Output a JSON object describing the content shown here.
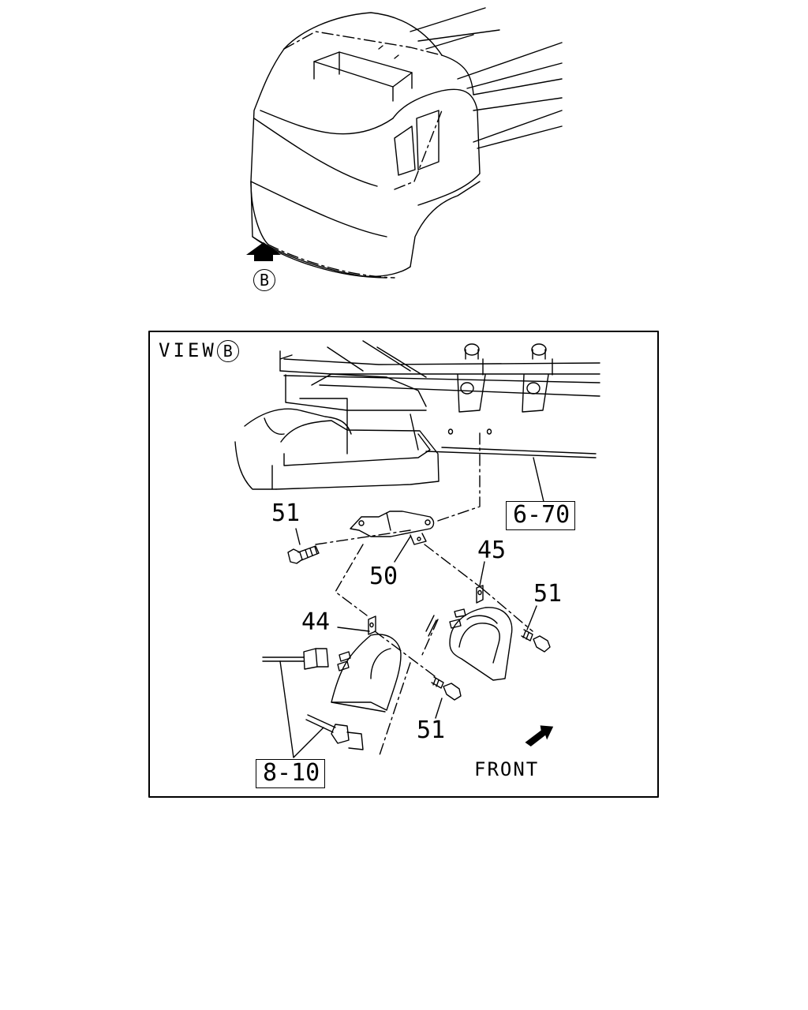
{
  "top_view": {
    "marker": "B"
  },
  "detail_view": {
    "title": "VIEW",
    "marker": "B",
    "direction_label": "FRONT"
  },
  "callouts": {
    "bolt_top_left": "51",
    "bracket": "50",
    "frame_ref": "6-70",
    "horn_right": "45",
    "bolt_right": "51",
    "horn_left": "44",
    "bolt_lower": "51",
    "harness_ref": "8-10"
  },
  "icons": [
    "view-direction-arrow-icon",
    "front-direction-arrow-icon"
  ]
}
